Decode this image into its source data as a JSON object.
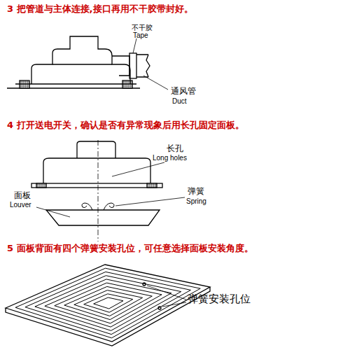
{
  "diagram": {
    "labels": [
      "3 把管道与主体连接,接口再用不干胶带封好。",
      "不干胶",
      "Tape",
      "通风管",
      "Duct",
      "4 打开送电开关，确认是否有异常现象后用长孔固定面板。",
      "长孔",
      "Long holes",
      "面板",
      "Louver",
      "弹簧",
      "Spring",
      "5 面板背面有四个弹簧安装孔位，可任意选择面板安装角度。",
      "弹簧安装孔位"
    ]
  }
}
